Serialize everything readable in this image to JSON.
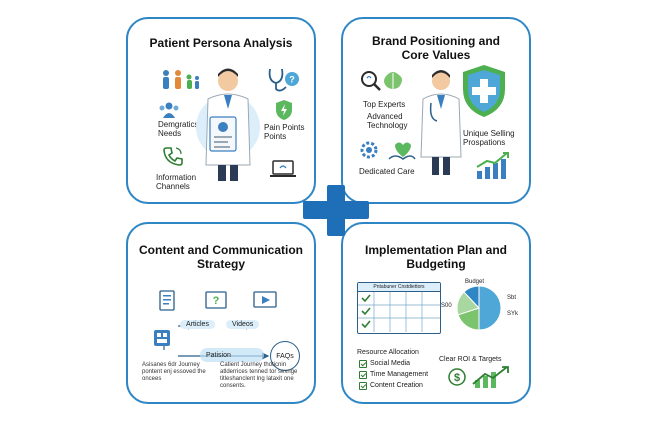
{
  "panels": {
    "persona": {
      "title": "Patient Persona Analysis",
      "labels": {
        "demographics": "Demgratics Needs",
        "pain_points": "Pain Points Points",
        "information": "Information Channels"
      }
    },
    "brand": {
      "title": "Brand Positioning and Core Values",
      "labels": {
        "top_experts": "Top Experts",
        "advanced": "Advanced Technology",
        "dedicated": "Dedicated Care",
        "usp": "Unique Selling Prospations"
      }
    },
    "content": {
      "title": "Content and Communication Strategy",
      "labels": {
        "articles": "Articles",
        "videos": "Videos",
        "patient": "Patision",
        "faqs": "FAQs",
        "left_caption": "Asisanes 6dr Journey pontent enj essoved the oncees",
        "right_caption": "Catient Journey thoticnin atlderrices tenned tor sexnge titleshanclent lng lataxit one consents."
      }
    },
    "plan": {
      "title": "Implementation Plan and Budgeting",
      "labels": {
        "calendar_header": "Pntabuner Cnstdiettors",
        "budget": "Budget",
        "left_value": "S00",
        "right_top": "Sbt",
        "right_bottom": "SYk",
        "resource_title": "Resource Allocation",
        "roi": "Clear ROI & Targets"
      },
      "resources": [
        "Social Media",
        "Time Management",
        "Content Creation"
      ],
      "budget_split": [
        0.5,
        0.2,
        0.18,
        0.12
      ],
      "budget_colors": [
        "#4fa7d8",
        "#7cc36e",
        "#a8d8a0",
        "#2f86c4"
      ]
    }
  },
  "colors": {
    "border": "#2f86c4",
    "plus": "#1f6fb8",
    "accent_green": "#4caf50",
    "accent_light_blue": "#dbeefa"
  }
}
